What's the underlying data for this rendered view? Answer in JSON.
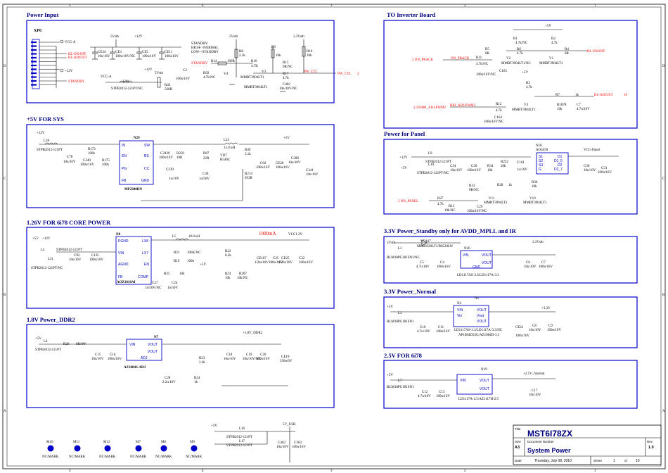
{
  "sections": {
    "power_input": "Power Input",
    "sys5v": "+5V FOR SYS",
    "core": "1.26V FOR 6i78 CORE POWER",
    "ddr2": "1.8V Power_DDR2",
    "inverter": "TO Inverter Board",
    "panel": "Power for Panel",
    "standby33": "3.3V Power_Standby only for AVDD_MPLL and IR",
    "normal33": "3.3V Power_Normal",
    "v25": "2.5V FOR 6i78"
  },
  "power_input": {
    "xp6": "XP6",
    "vcc_a": "VCC-A",
    "bl_on_off": "BL-ON/OFF",
    "bl_adjust": "BL-ADJUST",
    "plus12v": "+12V",
    "standby": "STANDBY",
    "v5stb": "5Vstb",
    "c34": "CE34",
    "c34v": "10u/16V",
    "ce3": "CE3",
    "ce3v": "100u/16V/NC",
    "ce5": "CE5",
    "ce5v": "100u/16V",
    "ce11": "CE11",
    "ce11v": "100u/16V",
    "p12v": "+12V",
    "l20": "L20",
    "l20v": "STPB2012-121PT/NC",
    "vcca2": "VCC-A",
    "r43": "R43",
    "r43v": "560R",
    "v5stb2": "5Vstb",
    "note1": "STANDBY:",
    "note2": "HIGH->NORMAL",
    "note3": "LOW->STANDBY",
    "v5stb3": "5Vstb",
    "r8": "R8",
    "r8v": "2.2k",
    "r14": "R14",
    "r14v": "100R",
    "r92": "R92",
    "r92v": "4.7k/NC",
    "v4": "V4",
    "c2": "C2",
    "c2v": "100n/16V",
    "r16": "R16",
    "r16v": "4.7K",
    "v3": "V3",
    "mmbt": "MMBT3904LT1",
    "r9": "R9",
    "r9v": "10k",
    "r15": "R15",
    "r15v": "0R/NC",
    "r17": "R17",
    "r17v": "4.7k",
    "c402": "C402",
    "c402v": "10u/10V/NC",
    "v33": "3.3Vstb",
    "r10": "R10",
    "r10v": "10k",
    "pwctl": "PW_CTL",
    "pwctl2": "PW_CTL",
    "two": "2",
    "mmbt2": "MMBT3904LT1"
  },
  "sys5v": {
    "p12v": "+12V",
    "l28": "L28",
    "l28v": "STPB2012-121PT",
    "c78": "C78",
    "c78v": "10u/16V",
    "r172": "R172",
    "r172v": "100k",
    "c240": "C240",
    "c240v": "100n/16V",
    "r175": "R175",
    "r175v": "100k",
    "n29": "N29",
    "ic": "MP2380DN",
    "pin_in": "IN",
    "pin_sw": "SW",
    "pin_en": "EN",
    "pin_bs": "BS",
    "pin_pg": "PG",
    "pin_cc": "CC",
    "pin_fb": "FB",
    "pin_gnd": "GND",
    "c2420": "C2420",
    "c2420v": "100n/16V",
    "r250": "R250",
    "r250v": "10R",
    "c239": "C239",
    "c239v": "1u/16V",
    "c40": "C40",
    "c40v": "1u/50V",
    "l23": "L23",
    "l23v": "15.0 uH",
    "r87": "R87",
    "r87v": "22R",
    "vd7": "VD7",
    "vd7v": "B540C",
    "r49": "R49",
    "r49v": "5.1k",
    "r214": "R214",
    "r214v": "953R",
    "c92": "C92",
    "c92v": "100n/16V",
    "ce20": "CE20",
    "ce20v": "100u/16V",
    "c341": "C341",
    "c341v": "10u/16V",
    "c398": "C398",
    "c398v": "10u/10V",
    "p5v": "+5V"
  },
  "core": {
    "p5v": "+5V",
    "p12v": "+12V",
    "l4": "L4",
    "l4v": "STPB2012-121PT",
    "l21": "L21",
    "l21v": "STPB2012-121PT/NC",
    "c92": "C92",
    "c92v": "10u/16V",
    "c135": "C135",
    "c135v": "100n/16V",
    "n8": "N8",
    "ic": "AOZ1016AI",
    "pin_pgnd": "PGND",
    "pin_vin": "VIN",
    "pin_agnd": "AGND",
    "pin_fb": "FB",
    "pin_lx8": "LX8",
    "pin_lx7": "LX7",
    "pin_en": "EN",
    "pin_comp": "COMP",
    "l5": "L5",
    "l5v": "10.0 uH",
    "r21": "R21",
    "r21v": "100K/NC",
    "r19": "R19",
    "r19v": "100k",
    "r25": "R25",
    "r25v": "10k",
    "c27": "C27",
    "c27v": "1n/50V/NC",
    "c24": "C24",
    "c24v": "1n/50V",
    "ma": "1000mA",
    "vcc12": "VCC1.2V",
    "r22": "R22",
    "r22v": "8.2k",
    "r24": "R24",
    "r24v": "10k",
    "r207": "R207",
    "r207v": "10k/NC",
    "ce107": "CE107",
    "ce107v": "150u/10V",
    "c25": "C25",
    "c25v": "100n/16V",
    "ce25": "CE25",
    "ce25v": "150u/10V",
    "c22": "C22",
    "c22v": "100n/16V",
    "p5vb": "+5V"
  },
  "ddr2": {
    "p5v": "+5V",
    "l4": "L4",
    "l4v": "STPB2012-121PT",
    "r20": "R20",
    "r20v": "0R/0W",
    "c15": "C15",
    "c15v": "10u/10V",
    "c16": "C16",
    "c16v": "100n/16V",
    "n7": "N7",
    "ic": "AZ1084S-ADJ",
    "pin_vin": "VIN",
    "pin_vout": "VOUT",
    "pin_vout2": "VOUT",
    "pin_adj": "ADJ",
    "r23": "R23",
    "r23v": "2.4k",
    "c28": "C28",
    "c28v": "2.2u/16V",
    "r24": "R24",
    "r24v": "1k",
    "v18": "+1.8V_DDR2",
    "c18": "C18",
    "c18v": "10u/10V",
    "c19": "C19",
    "c19v": "10u/10V/NC",
    "c20": "C20",
    "c20v": "100n/16V",
    "ce19": "CE19",
    "ce19v": "330u/6V"
  },
  "usb": {
    "v5": "+5V",
    "l16": "L16",
    "l16v": "STPB2012-121PT",
    "l17": "L17",
    "l17v": "STPB2012-121PT",
    "c403": "C403",
    "c403v": "10u/10V",
    "c363": "C363",
    "c363v": "100n/16V",
    "label": "5V_USB"
  },
  "marks": [
    {
      "ref": "M10",
      "val": "NC/MARK"
    },
    {
      "ref": "M11",
      "val": "NC/MARK"
    },
    {
      "ref": "M12",
      "val": "NC/MARK"
    },
    {
      "ref": "M7",
      "val": "NC/MARK"
    },
    {
      "ref": "M8",
      "val": "NC/MARK"
    },
    {
      "ref": "M9",
      "val": "NC/MARK"
    }
  ],
  "inverter": {
    "v5": "+5V",
    "r1": "R1",
    "r1v": "4.7k/NC",
    "r2": "R2",
    "r2v": "4.7k",
    "r5": "R5",
    "r5v": "0R",
    "r6": "R6",
    "r6v": "4.7k",
    "r4": "R4",
    "r4v": "0R",
    "on_pback": "2 ON_PBACK",
    "on_pback2": "ON_PBACK",
    "r11": "R11",
    "r11v": "4.7k/NC",
    "v2": "V2",
    "v2v": "MMBT3904LT1/NC",
    "v1": "V1",
    "v1v": "MMBT3904LT1",
    "c165": "C165",
    "c165v": "100n/16V/NC",
    "bl_on_off": "BL-ON/OFF",
    "v5b": "+5V",
    "r3": "R3",
    "r3v": "4.7k",
    "r7": "R7",
    "r7v": "1k",
    "bl_adjust": "BL-ADJUST",
    "ten": "10",
    "bri": "2,10 BRI_ADJ-PWM2",
    "bri2": "BRI_ADJ-PWM2",
    "r12": "R12",
    "r12v": "4.7k",
    "v3": "V3",
    "v3v": "MMBT3904LT1",
    "r1878": "R1878",
    "r1878v": "10k",
    "c7": "C7",
    "c7v": "4.7u/16V",
    "c164": "C164",
    "c164v": "100n/16V/NC"
  },
  "panel": {
    "p12v": "+12V",
    "p5v": "+5V",
    "l9": "L9",
    "l9v": "STPB2012-121PT",
    "l10": "L10",
    "l10v": "STPB2012-121PT/NC",
    "c34": "C34",
    "c34v": "10u/16V",
    "c36": "C36",
    "c36v": "100n/16V",
    "r34": "R34",
    "r34v": "10k",
    "r222": "R222",
    "r222v": "20k",
    "c101": "C101",
    "c101v": "1u/16V",
    "n18": "N18",
    "ic": "AO4459",
    "pins_left": [
      "S1",
      "S2",
      "S3",
      "G"
    ],
    "pins_right": [
      "D1",
      "D1_5",
      "D2",
      "D2_7"
    ],
    "vcc_panel": "VCC-Panel",
    "c30": "C30",
    "c30v": "10u/10V",
    "c31": "C31",
    "c31v": "100n/16V",
    "r33": "R33",
    "r33v": "0R/NC",
    "r28": "R28",
    "r28v": "1k",
    "r36": "R36",
    "r36v": "10k",
    "on_panel": "2 ON_PANEL",
    "r27": "R27",
    "r27v": "4.7k",
    "r13": "R13",
    "r13v": "10k/NC",
    "c29": "C29",
    "c29v": "100n/16V/NC",
    "v11": "V11",
    "v11v": "MMBT3904LT1",
    "v10": "V10",
    "v10v": "MMBT3904LT1"
  },
  "standby33": {
    "v5": "5Vstb",
    "vd107": "VD107",
    "vd107v": "MBR0520LT1/B0520LW",
    "l3": "L3",
    "l3v": "BLM18PG181SN1/NC",
    "c5": "C5",
    "c5v": "4.7u/10V",
    "c4": "C4",
    "c4v": "100n/16V",
    "n26": "N26",
    "ic": "LD1117AS-3.3/LD1117A-3.3",
    "pin_vin": "VIN",
    "pin_vout": "VOUT",
    "pin_vout2": "VOUT",
    "pin_gnd": "GND",
    "v33": "3.3Vstb",
    "c6": "C6",
    "c6v": "10u/10V",
    "c7": "C7",
    "c7v": "100n/16V"
  },
  "normal33": {
    "v5": "+5V",
    "l3": "L3",
    "l3v": "BLM18PG181SN1",
    "c10": "C10",
    "c10v": "4.7u/10V",
    "c11": "C11",
    "c11v": "100n/16V",
    "n4": "N4",
    "n5": "N5",
    "pin_vin": "VIN",
    "pin_vin2": "Vin",
    "pin_vout": "VOUT",
    "pin_vout2": "Vout",
    "pin_vout3": "VOUT",
    "ic": "LD1117AS-3.3/LD1117A-3.3/NC",
    "ic2": "AP1084D33G/AZ1084D-3.3",
    "ce21": "CE21",
    "ce21v": "100u/16V",
    "c8": "C8",
    "c8v": "10u/10V",
    "c9": "C9",
    "c9v": "100n/16V",
    "v33": "+3.3V"
  },
  "v25": {
    "v5": "+5V",
    "l7": "L7",
    "l7v": "BLM18PG181SN1",
    "c12": "C12",
    "c12v": "4.7u/10V",
    "c13": "C13",
    "c13v": "100n/16V",
    "n19": "N19",
    "ic": "LD1117A-2.5/AZ1117H-2.5",
    "pin_vin": "VIN",
    "pin_vout": "VOUT",
    "pin_vout2": "VOUT",
    "v25": "+2.5V_Normal",
    "c17": "C17",
    "c17v": "10u/10V"
  },
  "title_block": {
    "title_label": "Title",
    "title": "MST6I78ZX",
    "size_label": "Size",
    "size": "A3",
    "doc_label": "Document Number",
    "doc": "System Power",
    "rev_label": "Rev",
    "rev": "1.0",
    "date_label": "Date:",
    "date": "Thursday, July 08, 2010",
    "sheet_label": "Sheet",
    "sheet": "1",
    "of_label": "of",
    "of": "10"
  },
  "border": {
    "top": [
      "5",
      "4",
      "3",
      "2",
      "1"
    ],
    "side": [
      "D",
      "C",
      "B",
      "A"
    ]
  },
  "colors": {
    "section_box": "#0000c8",
    "section_title": "#000080",
    "net_red": "#ff0000",
    "wire": "#000000",
    "label": "#000000",
    "blue_label": "#0000ff"
  }
}
